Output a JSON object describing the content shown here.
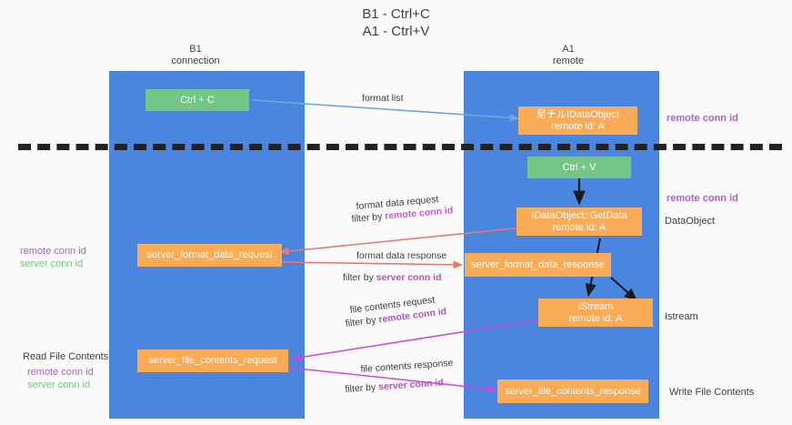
{
  "title": "B1 - Ctrl+C\nA1 - Ctrl+V",
  "lanes": [
    {
      "id": "b1",
      "header": "B1\nconnection"
    },
    {
      "id": "a1",
      "header": "A1\nremote"
    }
  ],
  "boxes": {
    "ctrl_c": "Ctrl + C",
    "ctrl_v": "Ctrl + V",
    "idataobject": "尼チルIDataObject\nremote id: A",
    "getdata": "IDataObject::GetData\nremote id: A",
    "istream": "IStream\nremote id: A",
    "server_format_data_request": "server_format_data_request",
    "server_format_data_response": "server_format_data_response",
    "server_file_contents_request": "server_file_contents_request",
    "server_file_contents_response": "server_file_contents_response"
  },
  "edge_labels": {
    "format_list": "format list",
    "format_data_request": "format data request",
    "format_data_request_filter_prefix": "filter by ",
    "format_data_request_filter_key": "remote conn id",
    "format_data_response": "format data response",
    "format_data_response_filter_prefix": "filter by ",
    "format_data_response_filter_key": "server conn id",
    "file_contents_request": "file contents request",
    "file_contents_request_filter_prefix": "filter by ",
    "file_contents_request_filter_key": "remote conn id",
    "file_contents_response": "file contents response",
    "file_contents_response_filter_prefix": "filter by ",
    "file_contents_response_filter_key": "server conn id"
  },
  "annotations": {
    "right_remote_conn_id_top": "remote conn id",
    "right_remote_conn_id_mid": "remote conn id",
    "right_dataobject": "DataObject",
    "right_istream": "Istream",
    "right_write_file_contents": "Write File Contents",
    "left_ids_top_a": "remote conn id",
    "left_ids_top_b": "server conn id",
    "left_read_file_contents": "Read File Contents",
    "left_ids_bottom_a": "remote conn id",
    "left_ids_bottom_b": "server conn id"
  },
  "colors": {
    "lane": "#4a86e0",
    "box_orange": "#f9ab55",
    "box_green": "#74c687",
    "conn_purple": "#b05fc8",
    "conn_green": "#74c687",
    "arrow_blue": "#6fa8dc",
    "arrow_red": "#e8776f",
    "arrow_magenta": "#cc4bd0",
    "arrow_black": "#1b1b1b",
    "divider": "#222222",
    "background": "#fafafa"
  }
}
